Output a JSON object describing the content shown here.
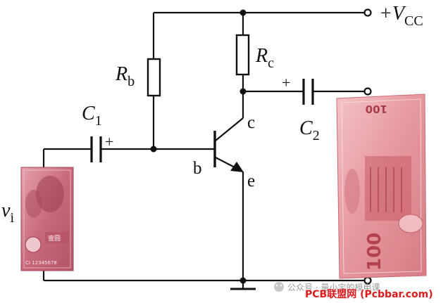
{
  "labels": {
    "vcc_main": "+V",
    "vcc_sub": "CC",
    "rb_main": "R",
    "rb_sub": "b",
    "rc_main": "R",
    "rc_sub": "c",
    "c1_main": "C",
    "c1_sub": "1",
    "c1_plus": "+",
    "c2_main": "C",
    "c2_sub": "2",
    "c2_plus": "+",
    "collector": "c",
    "base": "b",
    "emitter": "e",
    "vi_main": "v",
    "vi_sub": "i"
  },
  "banknote_small": {
    "serial": "CI 12345678",
    "denomination": "壹圆"
  },
  "banknote_large": {
    "top_value": "100",
    "bottom_value": "100"
  },
  "watermark": {
    "account": "公众号 · 量小宝的模电课",
    "site": "PCB联盟网 (Pcbbar.com)"
  },
  "colors": {
    "wire": "#111111",
    "note_small": "#c65a6f",
    "note_large": "#d8838a",
    "site_text": "#e0191b"
  }
}
